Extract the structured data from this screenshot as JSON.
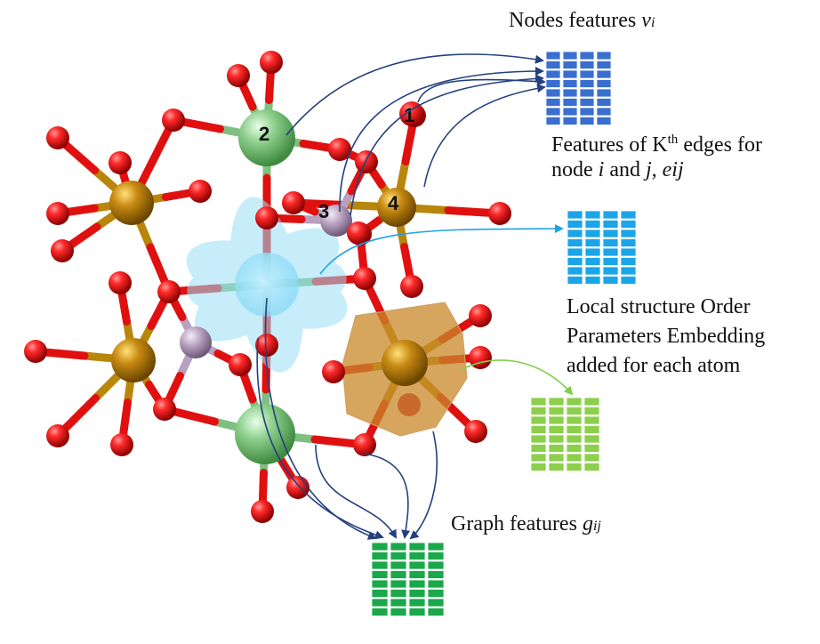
{
  "labels": {
    "nodes_text": "Nodes features ",
    "nodes_var": "v",
    "nodes_sub": "i",
    "edges_line1_a": "Features of K",
    "edges_line1_sup": "th",
    "edges_line1_b": " edges for",
    "edges_line2_a": "node ",
    "edges_line2_i": "i",
    "edges_line2_and": " and ",
    "edges_line2_j": "j, eij",
    "lsop_line1": "Local structure Order",
    "lsop_line2": "Parameters Embedding",
    "lsop_line3": "added for each atom",
    "graph_text": "Graph features ",
    "graph_var": "g",
    "graph_sub": "ij"
  },
  "atom_numbers": [
    "1",
    "2",
    "3",
    "4"
  ],
  "colors": {
    "oxygen": "#e01010",
    "metal_gold": "#b8860b",
    "green_atom": "#7cc47c",
    "lavender_atom": "#b8a0c0",
    "bond_green": "#7fbf7f",
    "node_matrix": "#3a6fd0",
    "edge_matrix": "#1aa5e8",
    "lsop_matrix": "#8ccf4a",
    "graph_matrix": "#1aa84a",
    "arrow_navy": "#23407e",
    "arrow_cyan": "#1aa5e8",
    "arrow_lightgreen": "#7fcf4a"
  },
  "icons": [
    "atom-structure",
    "feature-matrix",
    "curved-arrow",
    "polyhedron"
  ]
}
